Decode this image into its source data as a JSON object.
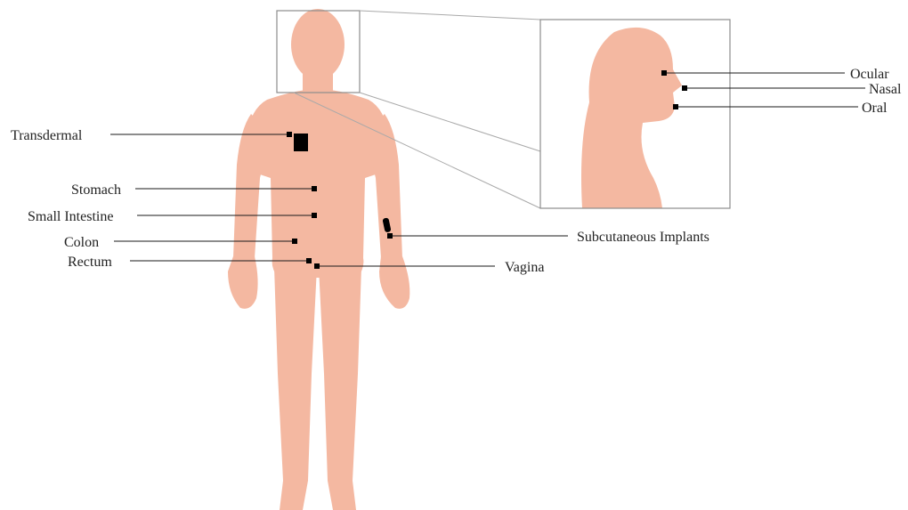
{
  "colors": {
    "skin": "#f4b8a1",
    "marker": "#000000",
    "leader_line": "#1a1a1a",
    "zoom_frame": "#8c8c8c",
    "text": "#222222"
  },
  "labels": {
    "transdermal": "Transdermal",
    "stomach": "Stomach",
    "small_intestine": "Small Intestine",
    "colon": "Colon",
    "rectum": "Rectum",
    "vagina": "Vagina",
    "subcutaneous_implants": "Subcutaneous Implants",
    "ocular": "Ocular",
    "nasal": "Nasal",
    "oral": "Oral"
  }
}
